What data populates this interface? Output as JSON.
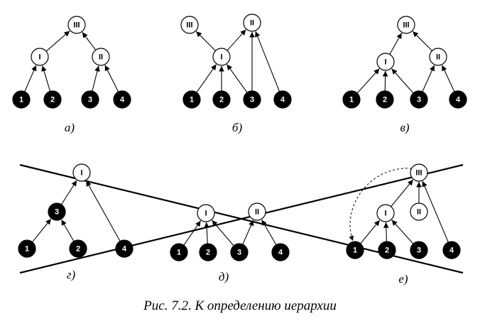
{
  "colors": {
    "dark_node": "#000000",
    "light_node": "#ffffff",
    "stroke": "#000000"
  },
  "caption": "Рис. 7.2. К определению иерархии",
  "panels": [
    {
      "id": "a",
      "label": "а)"
    },
    {
      "id": "b",
      "label": "б)"
    },
    {
      "id": "v",
      "label": "в)"
    },
    {
      "id": "g",
      "label": "г)"
    },
    {
      "id": "d",
      "label": "д)"
    },
    {
      "id": "e",
      "label": "е)"
    }
  ],
  "node_labels": {
    "n1": "1",
    "n2": "2",
    "n3": "3",
    "n4": "4",
    "r1": "I",
    "r2": "II",
    "r3": "III"
  }
}
